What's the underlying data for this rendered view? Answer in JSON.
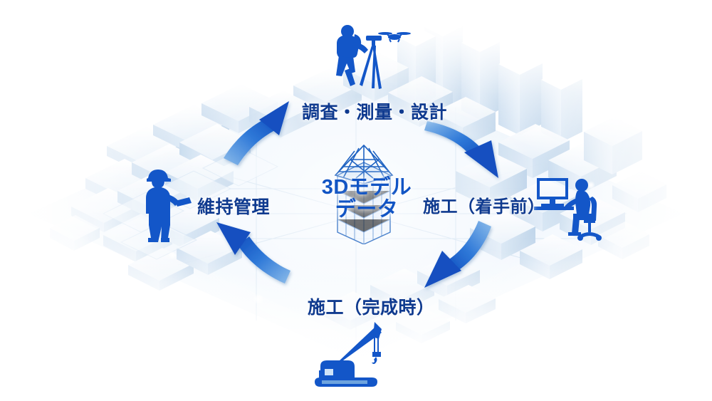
{
  "diagram": {
    "title_center_line1": "3Dモデル",
    "title_center_line2": "データ",
    "center_icon": "wireframe-building-icon",
    "stages": [
      {
        "id": "survey",
        "label": "調査・測量・設計",
        "icon": "surveyor-with-tripod-icon",
        "secondary_icon": "drone-icon",
        "position": "top"
      },
      {
        "id": "construction-before",
        "label": "施工（着手前）",
        "icon": "person-at-computer-icon",
        "position": "right"
      },
      {
        "id": "construction-complete",
        "label": "施工（完成時）",
        "icon": "crawler-crane-icon",
        "position": "bottom"
      },
      {
        "id": "maintenance",
        "label": "維持管理",
        "icon": "worker-with-tablet-icon",
        "position": "left"
      }
    ],
    "arrows": [
      {
        "id": "arrow-survey-to-construction",
        "from": "survey",
        "to": "construction-before",
        "direction": "down-right"
      },
      {
        "id": "arrow-construction-to-complete",
        "from": "construction-before",
        "to": "construction-complete",
        "direction": "down-left"
      },
      {
        "id": "arrow-complete-to-maintenance",
        "from": "construction-complete",
        "to": "maintenance",
        "direction": "up-left"
      },
      {
        "id": "arrow-maintenance-to-survey",
        "from": "maintenance",
        "to": "survey",
        "direction": "up-right"
      }
    ],
    "background": "isometric-3d-city-model",
    "colors": {
      "label_text": "#0f3a8f",
      "center_text": "#1154c4",
      "arrow_dark": "#1253c2",
      "arrow_light": "#7fb3e8",
      "icon_blue": "#1356c8",
      "city_pale": "#dfeaf6",
      "page_background": "#ffffff"
    }
  }
}
